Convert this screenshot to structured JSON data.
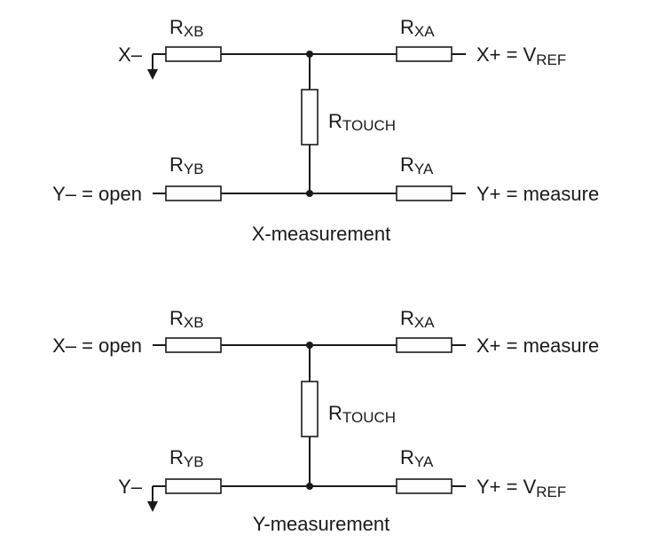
{
  "diagrams": [
    {
      "caption": "X-measurement",
      "left_top": "X–",
      "left_bottom": "Y– = open",
      "right_top_main": "X+ = V",
      "right_top_sub": "REF",
      "right_bottom_main": "Y+ = measure",
      "right_bottom_sub": "",
      "ground_top": true,
      "ground_bottom": false
    },
    {
      "caption": "Y-measurement",
      "left_top": "X– = open",
      "left_bottom": "Y–",
      "right_top_main": "X+ = measure",
      "right_top_sub": "",
      "right_bottom_main": "Y+ = V",
      "right_bottom_sub": "REF",
      "ground_top": false,
      "ground_bottom": true
    }
  ],
  "resistors": {
    "xb": {
      "main": "R",
      "sub": "XB"
    },
    "xa": {
      "main": "R",
      "sub": "XA"
    },
    "yb": {
      "main": "R",
      "sub": "YB"
    },
    "ya": {
      "main": "R",
      "sub": "YA"
    },
    "touch": {
      "main": "R",
      "sub": "TOUCH"
    }
  }
}
